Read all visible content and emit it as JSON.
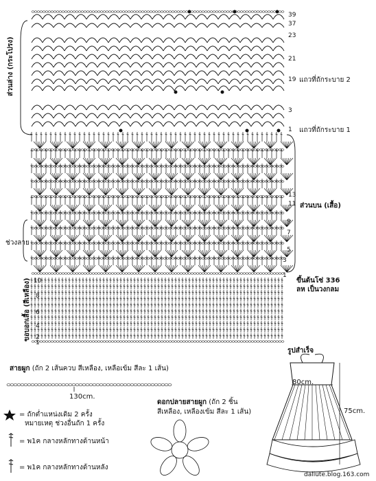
{
  "rows_right": {
    "r39": "39",
    "r37": "37",
    "r23": "23",
    "r21": "21",
    "r19": "19",
    "r3a": "3",
    "r1a": "1",
    "r13": "13",
    "r11": "11",
    "r9": "9",
    "r7": "7",
    "r5": "5",
    "r3b": "3",
    "r1b": "1"
  },
  "rows_left_chest": [
    "10",
    "8",
    "6",
    "4",
    "2",
    "1"
  ],
  "labels": {
    "ruffle_row_2": "แถวที่ถักระบาย 2",
    "ruffle_row_1": "แถวที่ถักระบาย 1",
    "upper_part": "ส่วนบน (เสื้อ)",
    "lower_part": "ส่วนล่าง (กระโปรง)",
    "pattern_section": "ช่วงลาย",
    "chest_band": "ขอบอกเสื้อ (สีเหลือง)",
    "foundation_1": "ขึ้นต้นโซ่ 336",
    "foundation_2": "ลห เป็นวงกลม"
  },
  "tie": {
    "title_bold": "สายผูก",
    "title_rest": "(ถัก 2 เส้นควบ สีเหลือง, เหลือเข้ม สีละ 1 เส้น)",
    "length": "130cm."
  },
  "flower": {
    "title_bold": "ดอกปลายสายผูก",
    "title_rest": "(ถัก 2 ชิ้น",
    "title_line2": "สีเหลือง, เหลืองเข้ม สีละ 1 เส้น)"
  },
  "legend": {
    "star_1": "= ถักต่ำแหน่งเดิม 2 ครั้ง",
    "star_2": "หมายเหตุ ช่วงอื่นถัก 1 ครั้ง",
    "front_post": "= พ1ค  กลางหลักทางด้านหน้า",
    "back_post": "= พ1ค  กลางหลักทางด้านหลัง"
  },
  "finished": {
    "title": "รูปสำเร็จ",
    "width": "80cm.",
    "length": "75cm."
  },
  "watermark": "daliute.blog.163.com",
  "colors": {
    "ink": "#111111",
    "paper": "#ffffff"
  }
}
